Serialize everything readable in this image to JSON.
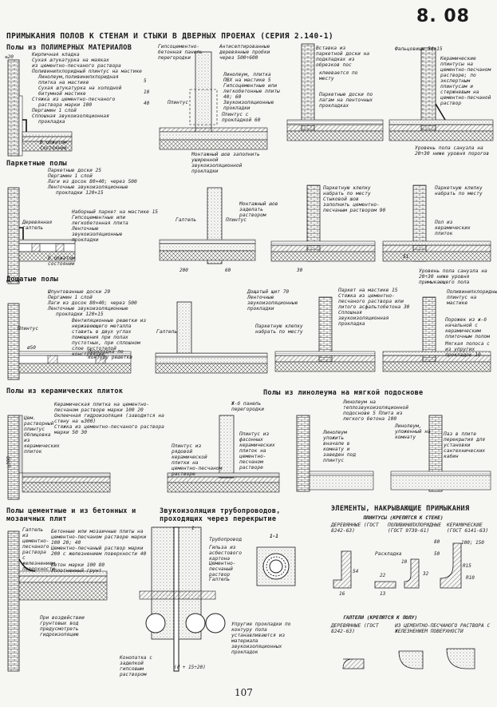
{
  "sheet_code": "8. 08",
  "main_title": "ПРИМЫКАНИЯ ПОЛОВ К СТЕНАМ И СТЫКИ В ДВЕРНЫХ ПРОЕМАХ (СЕРИЯ 2.140-1)",
  "page_number": "107",
  "sections": {
    "polymer": "Полы из ПОЛИМЕРНЫХ МАТЕРИАЛОВ",
    "parquet": "Паркетные полы",
    "plank": "Дощатые полы",
    "ceramic": "Полы из керамических плиток",
    "linoleum": "Полы из линолеума на мягкой подоснове",
    "cement": "Полы цементные и из бетонных и мозаичных плит",
    "pipes": "Звукоизоляция трубопроводов, проходящих через перекрытие",
    "elements": "ЭЛЕМЕНТЫ, НАКРЫВАЮЩИЕ ПРИМЫКАНИЯ"
  },
  "notes": {
    "polymer_layers": [
      "Кирпичная кладка",
      "Сухая штукатурка на маяках",
      "из цементно-песчаного раствора",
      "Поливинилхлоридный плинтус на мастике",
      "Линолеум,поливинилхлоридная",
      "плитка на мастике",
      "Сухая штукатурка на холодной",
      "битумной мастике",
      "Стяжка из цементно-песчаного",
      "раствора марки 100",
      "Пергамин 1 слой",
      "Сплошная звукоизоляционная",
      "прокладка"
    ],
    "polymer_dims": [
      "5",
      "10",
      "40"
    ],
    "polymer_gap": "≤20",
    "polymer_angle": "В обжатом состоянии",
    "partition": "Гипсоцементно-бетонная панель перегородки",
    "anti_squeak": "Антисептированные деревянные пробки через 500÷600",
    "linoleum_joint": [
      "Линолеум, плитка",
      "ПВХ на мастике 5",
      "Гипсоцементные или легкобетонные плиты 40; 60",
      "Звукоизоляционные прокладки"
    ],
    "plinth": "Плинтус",
    "plinth_sm": "Плинтус с прокладкой 60",
    "mount_seam": "Монтажный шов заполнить уширенной звукоизоляционной прокладки",
    "insert_parquet": [
      "Вставка из паркетной доски на подкладках из обрезков пос",
      "клеевается по месту"
    ],
    "parquet_boards_lag": "Паркетные доски по лагам на ленточных прокладках",
    "threshold": "Фальцовицы 54×15",
    "ceramic_plinth": "Керамические плинтусы на цементно-песчаном растворе; по экспертным плинтусам и стержневым на цементно-песчаной раствор",
    "bath_level": "Уровень пола санузла на 20÷30 ниже уровня порогов",
    "parquet_layers": [
      "Паркетные доски 25",
      "Пергамин 1 слой",
      "Лаги из досок 80×40; через 500",
      "Ленточные звукоизоляционные",
      "прокладки 120×15"
    ],
    "wood_fillet": "Деревянная галтель",
    "parquet_mastic": [
      "Наборный паркет на мастике 15",
      "Гипсоцементные или легкобетонная плита",
      "Ленточные звукоизоляционные прокладки"
    ],
    "parquet_dims": [
      "15",
      "40; 60"
    ],
    "galtel": "Галтель",
    "mount_solution": "Монтажный шов заделать раствором",
    "parquet_insert2": "Паркетную клепку набрать по месту Стыковой шов заполнить цементно-песчаным раствором 90",
    "tile_floor": "Пол из керамических плиток",
    "parquet_insert3": "Паркетную клепку набрать по месту",
    "bath_level2": "Уровень пола санузла на 20÷30 ниже уровня примыкающего пола",
    "dims_200": "200",
    "dims_60": "60",
    "dims_30": "30",
    "dims_51": "51",
    "plank_layers": [
      "Шпунтованные доски 29",
      "Пергамин 1 слой",
      "Лаги из досок 80×40; через 500",
      "Ленточные звукоизоляционные",
      "прокладки 120×15"
    ],
    "vent_grille": "Вентиляционные решетки из нержавеющего металла ставить в двух углах помещения при полах пустотных, при сплошном слое пустотелой конструкции",
    "grille_pad": "Прокладка по контуру решетки",
    "plank_shield": "Дощатый щит 70 Ленточные звукоизоляционные прокладки",
    "parquet_clep": "Паркетную клепку набрать по месту",
    "parquet_mastic2": "Паркет на мастике 15 Стяжка из цементно-песчаного раствора или литого асфальтобетона 30 Сплошная звукоизоляционная прокладка",
    "polyvinyl_plinth": "Поливинилхлоридный плинтус на мастике",
    "threshold_steel": "Порожек из ж-б начальной с керамическим плиточным полом",
    "threshold_rubber": "Мягкая полоса с из упругих прокладок 10",
    "dia50": "ø50",
    "ceramic_layers": [
      "Керамическая плитка на цементно-песчаном растворе марки 100 20",
      "Оклеечная гидроизоляция (заводится на стену на ≥300)",
      "Стяжка из цементно-песчаного раствора марки 50 30"
    ],
    "cement_plinth": "Цем. растворный плинтус Облицовка из керамических плиток",
    "ceramic_panel": "Ж-б панель перегородки",
    "ceramic_plinth2": "Плинтус из фасонных керамических плиток на цементно-песчаном растворе",
    "ceramic_plinth3": "Плинтус из рядовой керамической плитки на цементно-песчаном растворе",
    "dim_300": "≥300",
    "linoleum_layers": "Линолеум на теплозвукоизоляционной подоснове 5 Плита из легкого бетона 100",
    "linoleum_wall": "Линолеум, уложенный на комнату",
    "linoleum_up": "Линолеум уложить вначале в комнату и заведен под плинтус",
    "linoleum_gap": "Паз в плите перекрытия для установки сантехнических кабин",
    "cement_layers": [
      "Бетонные или мозаичные плиты на цементно-песчаном растворе марки 100 20; 40",
      "Цементно-песчаный раствор марки 200 с железнением поверхности 40",
      "Бетон марки 100 80",
      "Уплотненный грунт"
    ],
    "cement_plinth_side": "Галтель из цементно-песчаного раствора с железнением поверхности",
    "groundwater": "При воздействии грунтовых вод предусмотреть гидроизоляцию",
    "pipe_items": [
      "Трубопровод",
      "Гильза из асбестового картона",
      "Цементно-песчаный раствор",
      "Галтель",
      "Упругие прокладки по контуру пола устанавливаются из материала звукоизоляционных прокладок"
    ],
    "pipe_note": "Конопатка с заделкой гипсовым раствором",
    "pipe_dim": "(d + 15÷20)",
    "pipe_section": "1-1",
    "pipe_cut": "1",
    "plinth_title": "ПЛИНТУСЫ (КРЕПЯТСЯ К СТЕНЕ)",
    "plinth_types": [
      "ДЕРЕВЯННЫЕ (ГОСТ 8242-63)",
      "ПОЛИВИНИЛХЛОРИДНЫЕ (ГОСТ 9739-61)",
      "КЕРАМИЧЕСКИЕ (ГОСТ 6141-63)"
    ],
    "layout_label": "Раскладка",
    "galtel_title": "ГАЛТЕЛИ (КРЕПЯТСЯ К ПОЛУ)",
    "galtel_types": [
      "ДЕРЕВЯННЫЕ (ГОСТ 8242-63)",
      "ИЗ ЦЕМЕНТНО-ПЕСЧАНОГО РАСТВОРА С ЖЕЛЕЗНЕНИЕМ ПОВЕРХНОСТИ"
    ],
    "elem_dims": [
      "54",
      "16",
      "22",
      "13",
      "10",
      "32",
      "50",
      "80",
      "R15",
      "R10",
      "100; 150"
    ]
  }
}
